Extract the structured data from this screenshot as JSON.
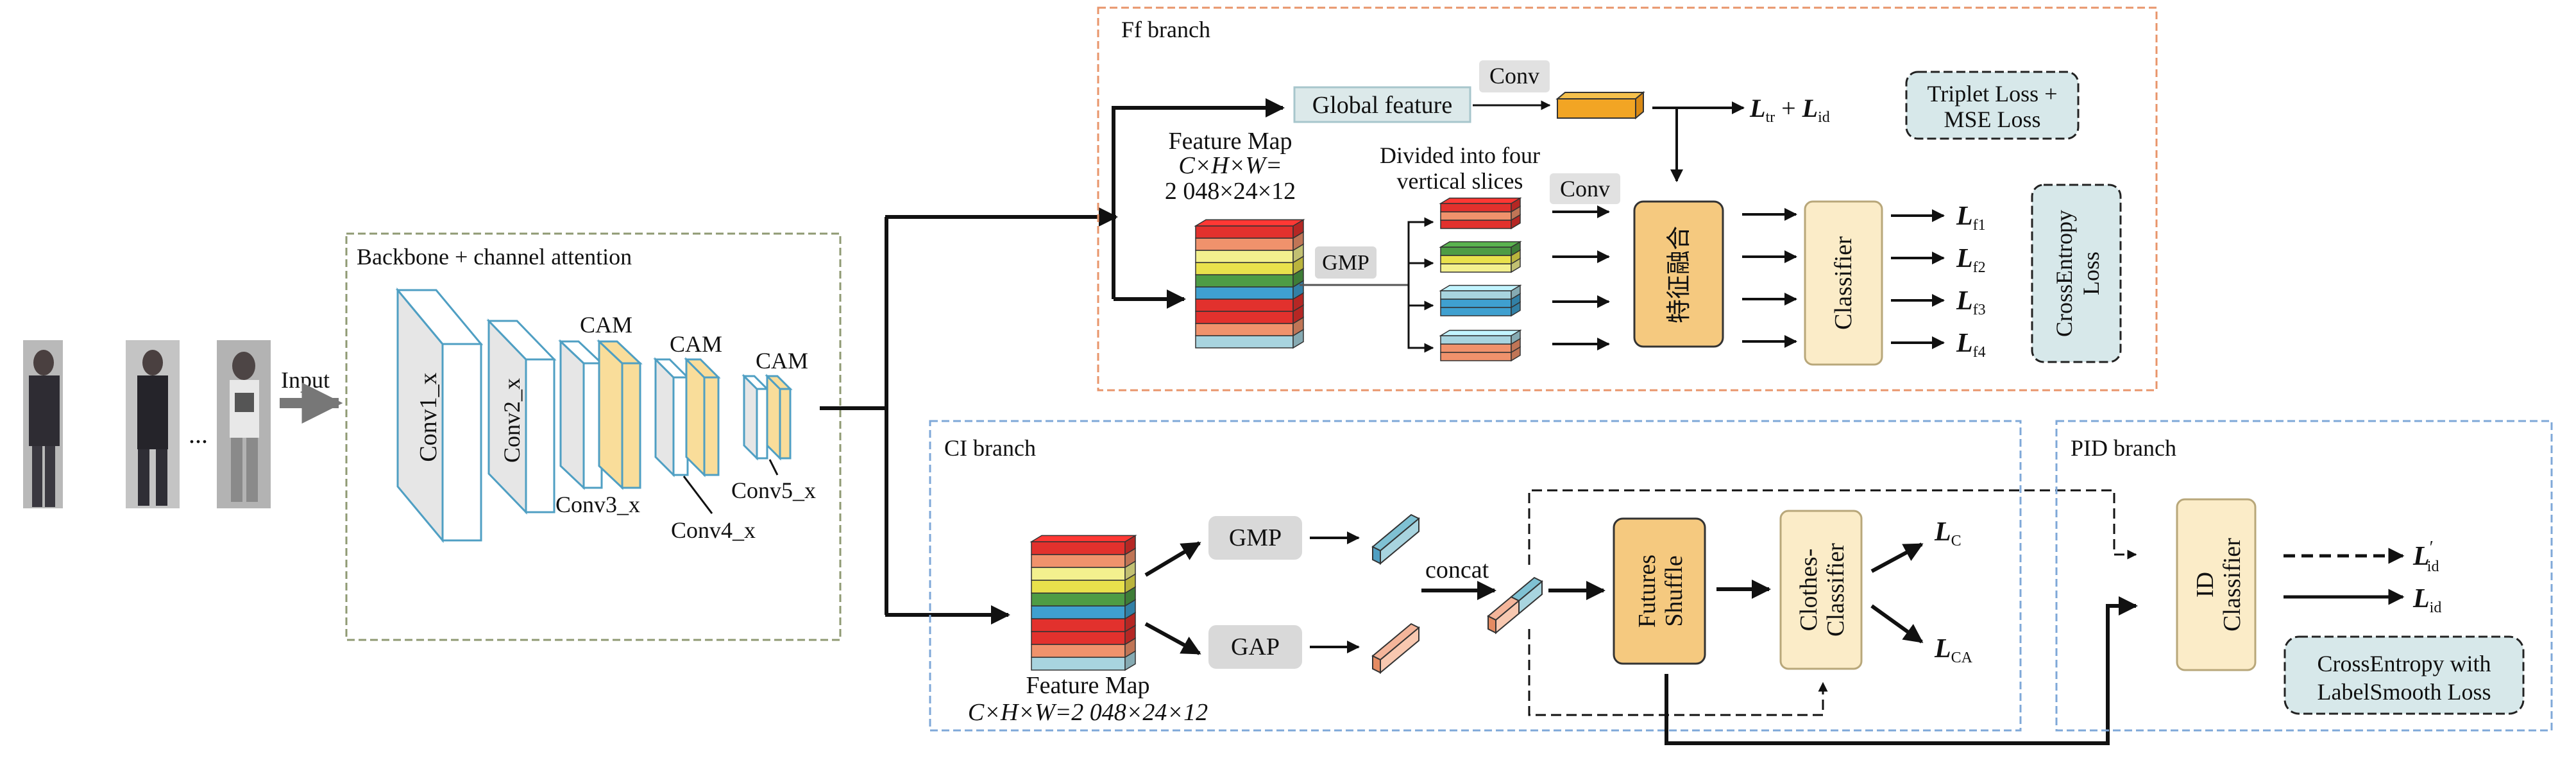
{
  "backbone": {
    "title": "Backbone + channel attention",
    "input_label": "Input",
    "ellipsis": "...",
    "conv1": "Conv1_x",
    "conv2": "Conv2_x",
    "conv3": "Conv3_x",
    "conv4": "Conv4_x",
    "conv5": "Conv5_x",
    "cam": "CAM"
  },
  "ff_branch": {
    "title": "Ff branch",
    "global_feature": "Global feature",
    "conv": "Conv",
    "conv2": "Conv",
    "feature_map_title": "Feature Map",
    "feature_map_line2": "C×H×W=",
    "feature_map_line3": "2 048×24×12",
    "divided_line1": "Divided into four",
    "divided_line2": "vertical slices",
    "gmp": "GMP",
    "fusion": "特征融合",
    "classifier": "Classifier",
    "loss_global": {
      "main": "L",
      "sub1": "tr",
      "plus": " + ",
      "main2": "L",
      "sub2": "id"
    },
    "losses": [
      {
        "main": "L",
        "sub": "f1"
      },
      {
        "main": "L",
        "sub": "f2"
      },
      {
        "main": "L",
        "sub": "f3"
      },
      {
        "main": "L",
        "sub": "f4"
      }
    ],
    "triplet_line1": "Triplet Loss +",
    "triplet_line2": "MSE Loss",
    "crossentropy_line1": "CrossEntropy",
    "crossentropy_line2": "Loss"
  },
  "ci_branch": {
    "title": "CI branch",
    "gmp": "GMP",
    "gap": "GAP",
    "concat": "concat",
    "shuffle_line1": "Futures",
    "shuffle_line2": "Shuffle",
    "clothes_line1": "Clothes-",
    "clothes_line2": "Classifier",
    "loss_c": {
      "main": "L",
      "sub": "C"
    },
    "loss_ca": {
      "main": "L",
      "sub": "CA"
    },
    "feature_map_title": "Feature Map",
    "feature_map_dims": "C×H×W=2 048×24×12"
  },
  "pid_branch": {
    "title": "PID branch",
    "id_line1": "ID",
    "id_line2": "Classifier",
    "loss_id_prime": {
      "main": "L",
      "sup": "′",
      "sub": "id"
    },
    "loss_id": {
      "main": "L",
      "sub": "id"
    },
    "ce_line1": "CrossEntropy with",
    "ce_line2": "LabelSmooth Loss"
  },
  "colors": {
    "ff_border": "#e8956b",
    "ci_border": "#7fa8d8",
    "backbone_border": "#8f9a73",
    "cam_fill": "#f9dd9a",
    "conv_side": "#e6e6e6",
    "conv_edge": "#4f9fc3",
    "box_fill": "#fbecc8",
    "fusion_fill": "#f5c97f",
    "loss_fill": "#d7e8ea",
    "gray_fill": "#d9d9d9",
    "stack": [
      "#a8d4df",
      "#f0926c",
      "#e2312d",
      "#e2312d",
      "#3fa0d0",
      "#4e9c45",
      "#e9e14c",
      "#f3f08e",
      "#f0926c",
      "#e2312d"
    ]
  }
}
